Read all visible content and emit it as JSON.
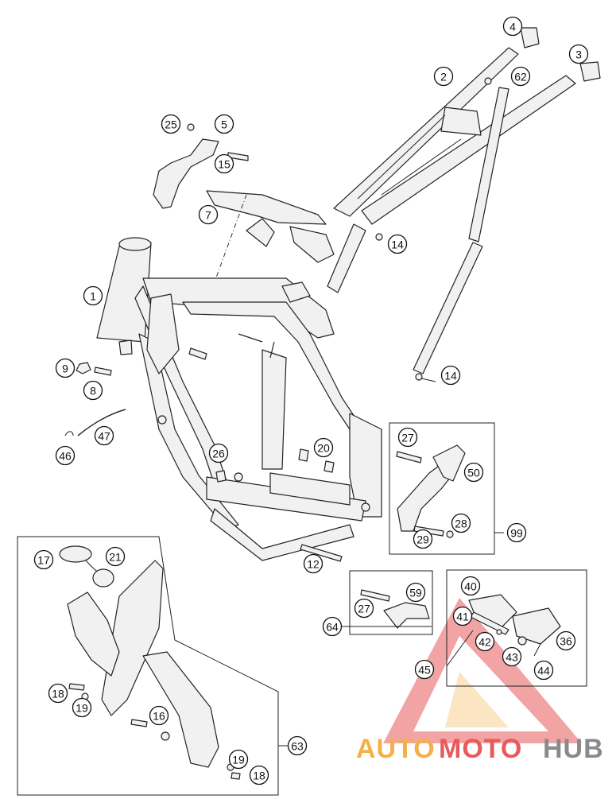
{
  "watermark": {
    "part1": "AUTO",
    "part2": "MOTO",
    "part3": "HUB",
    "color_auto": "#f3b04a",
    "color_moto": "#e8595a",
    "color_hub": "#8a8a8a",
    "triangle_color": "#e8595a"
  },
  "callouts": [
    {
      "id": "c4",
      "label": "4"
    },
    {
      "id": "c3",
      "label": "3"
    },
    {
      "id": "c2",
      "label": "2"
    },
    {
      "id": "c62",
      "label": "62"
    },
    {
      "id": "c25",
      "label": "25"
    },
    {
      "id": "c5",
      "label": "5"
    },
    {
      "id": "c15",
      "label": "15"
    },
    {
      "id": "c7",
      "label": "7"
    },
    {
      "id": "c14a",
      "label": "14"
    },
    {
      "id": "c1",
      "label": "1"
    },
    {
      "id": "c14b",
      "label": "14"
    },
    {
      "id": "c9",
      "label": "9"
    },
    {
      "id": "c8",
      "label": "8"
    },
    {
      "id": "c47",
      "label": "47"
    },
    {
      "id": "c46",
      "label": "46"
    },
    {
      "id": "c26",
      "label": "26"
    },
    {
      "id": "c20",
      "label": "20"
    },
    {
      "id": "c27a",
      "label": "27"
    },
    {
      "id": "c50",
      "label": "50"
    },
    {
      "id": "c28",
      "label": "28"
    },
    {
      "id": "c29",
      "label": "29"
    },
    {
      "id": "c99",
      "label": "99"
    },
    {
      "id": "c12",
      "label": "12"
    },
    {
      "id": "c17",
      "label": "17"
    },
    {
      "id": "c21",
      "label": "21"
    },
    {
      "id": "c59",
      "label": "59"
    },
    {
      "id": "c27b",
      "label": "27"
    },
    {
      "id": "c64",
      "label": "64"
    },
    {
      "id": "c40",
      "label": "40"
    },
    {
      "id": "c41",
      "label": "41"
    },
    {
      "id": "c42",
      "label": "42"
    },
    {
      "id": "c43",
      "label": "43"
    },
    {
      "id": "c36",
      "label": "36"
    },
    {
      "id": "c44",
      "label": "44"
    },
    {
      "id": "c45",
      "label": "45"
    },
    {
      "id": "c18a",
      "label": "18"
    },
    {
      "id": "c19a",
      "label": "19"
    },
    {
      "id": "c16",
      "label": "16"
    },
    {
      "id": "c19b",
      "label": "19"
    },
    {
      "id": "c18b",
      "label": "18"
    },
    {
      "id": "c63",
      "label": "63"
    }
  ]
}
